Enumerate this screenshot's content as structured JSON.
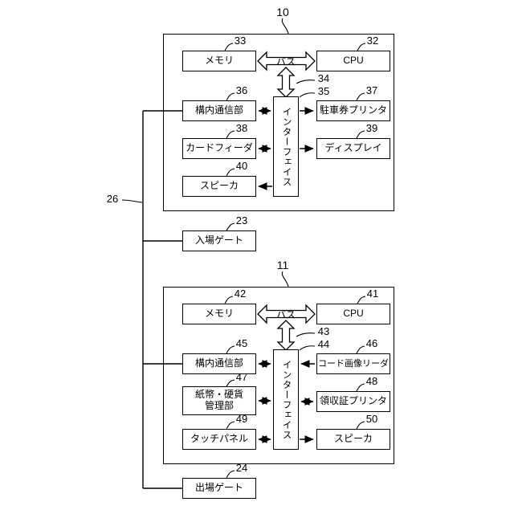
{
  "figure": {
    "unit_top": {
      "ref": "10",
      "memory": {
        "ref": "33",
        "label": "メモリ"
      },
      "cpu": {
        "ref": "32",
        "label": "CPU"
      },
      "bus": {
        "ref": "34",
        "label": "バス"
      },
      "interface": {
        "ref": "35",
        "label": "インターフェイス"
      },
      "local_comm": {
        "ref": "36",
        "label": "構内通信部"
      },
      "ticket_printer": {
        "ref": "37",
        "label": "駐車券プリンタ"
      },
      "card_feeder": {
        "ref": "38",
        "label": "カードフィーダ"
      },
      "display": {
        "ref": "39",
        "label": "ディスプレイ"
      },
      "speaker": {
        "ref": "40",
        "label": "スピーカ"
      }
    },
    "unit_bottom": {
      "ref": "11",
      "memory": {
        "ref": "42",
        "label": "メモリ"
      },
      "cpu": {
        "ref": "41",
        "label": "CPU"
      },
      "bus": {
        "ref": "43",
        "label": "バス"
      },
      "interface": {
        "ref": "44",
        "label": "インターフェイス"
      },
      "local_comm": {
        "ref": "45",
        "label": "構内通信部"
      },
      "code_reader": {
        "ref": "46",
        "label": "コード画像リーダ"
      },
      "cash_mgmt": {
        "ref": "47",
        "label_line1": "紙幣・硬貨",
        "label_line2": "管理部"
      },
      "receipt_printer": {
        "ref": "48",
        "label": "領収証プリンタ"
      },
      "touch_panel": {
        "ref": "49",
        "label": "タッチパネル"
      },
      "speaker": {
        "ref": "50",
        "label": "スピーカ"
      }
    },
    "entrance_gate": {
      "ref": "23",
      "label": "入場ゲート"
    },
    "exit_gate": {
      "ref": "24",
      "label": "出場ゲート"
    },
    "network_line": {
      "ref": "26"
    },
    "line_color": "#000000",
    "bg_color": "#ffffff"
  }
}
